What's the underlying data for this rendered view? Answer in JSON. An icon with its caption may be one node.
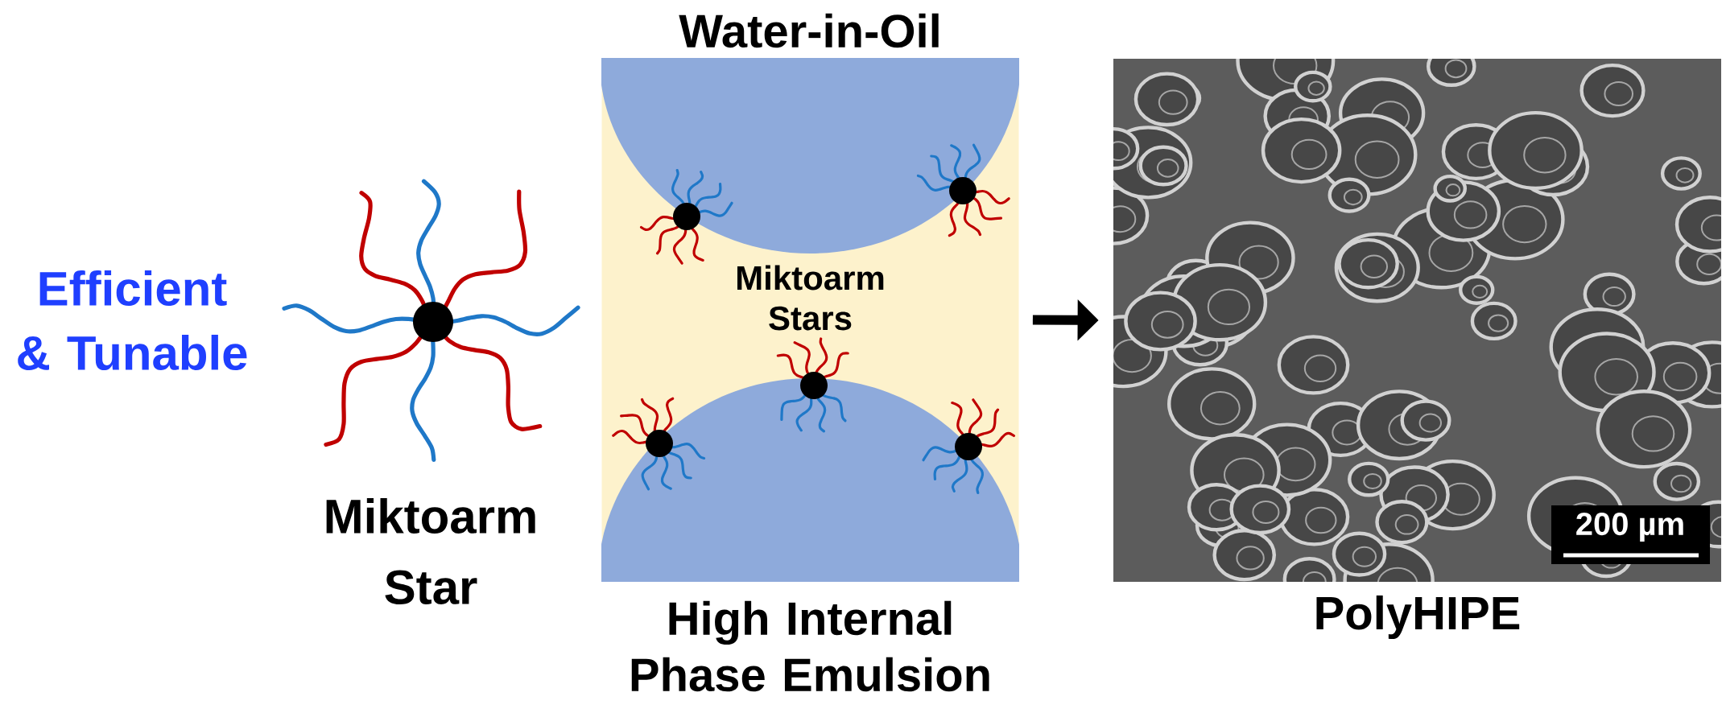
{
  "diagram": {
    "nodes": [
      {
        "text": [
          "Water-in-Oil",
          "Miktoarm Stars",
          "High Internal Phase Emulsion"
        ]
      },
      {
        "text": [],
        "shape": "picture",
        "beside": [
          "PolyHIPE"
        ]
      }
    ],
    "edges": [
      {
        "from": 0,
        "to": 1,
        "arrow": "to"
      }
    ],
    "labels": [
      "Efficient & Tunable",
      "Miktoarm Star",
      "200 µm"
    ]
  }
}
